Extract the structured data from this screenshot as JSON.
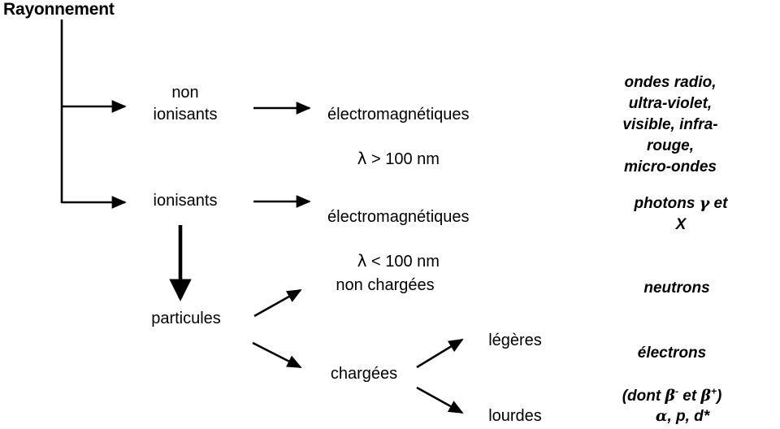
{
  "diagram": {
    "title": "Rayonnement",
    "nodes": {
      "non_ionisants": "non\nionisants",
      "ionisants": "ionisants",
      "em_non_ion_line1": "électromagnétiques",
      "em_non_ion_line2_prefix": "λ",
      "em_non_ion_line2_rest": " > 100 nm",
      "em_ion_line1": "électromagnétiques",
      "em_ion_line2_prefix": "λ",
      "em_ion_line2_rest": " < 100 nm",
      "particules": "particules",
      "non_chargees": "non chargées",
      "chargees": "chargées",
      "legeres": "légères",
      "lourdes": "lourdes"
    },
    "results": {
      "non_ionisants": "ondes radio, ultra-violet,\nvisible, infra-rouge,\nmicro-ondes",
      "ionisants_em_prefix": "photons ",
      "ionisants_em_gamma": "γ",
      "ionisants_em_suffix": " et X",
      "neutrons": "neutrons",
      "electrons_line1": "électrons",
      "electrons_line2_a": "(dont ",
      "electrons_line2_beta1": "β",
      "electrons_line2_beta1_sup": "-",
      "electrons_line2_b": " et ",
      "electrons_line2_beta2": "β",
      "electrons_line2_beta2_sup": "+",
      "electrons_line2_c": ")",
      "lourdes_prefix": "α",
      "lourdes_rest": ", p, d*"
    },
    "colors": {
      "ink": "#000000",
      "background": "#ffffff"
    }
  }
}
